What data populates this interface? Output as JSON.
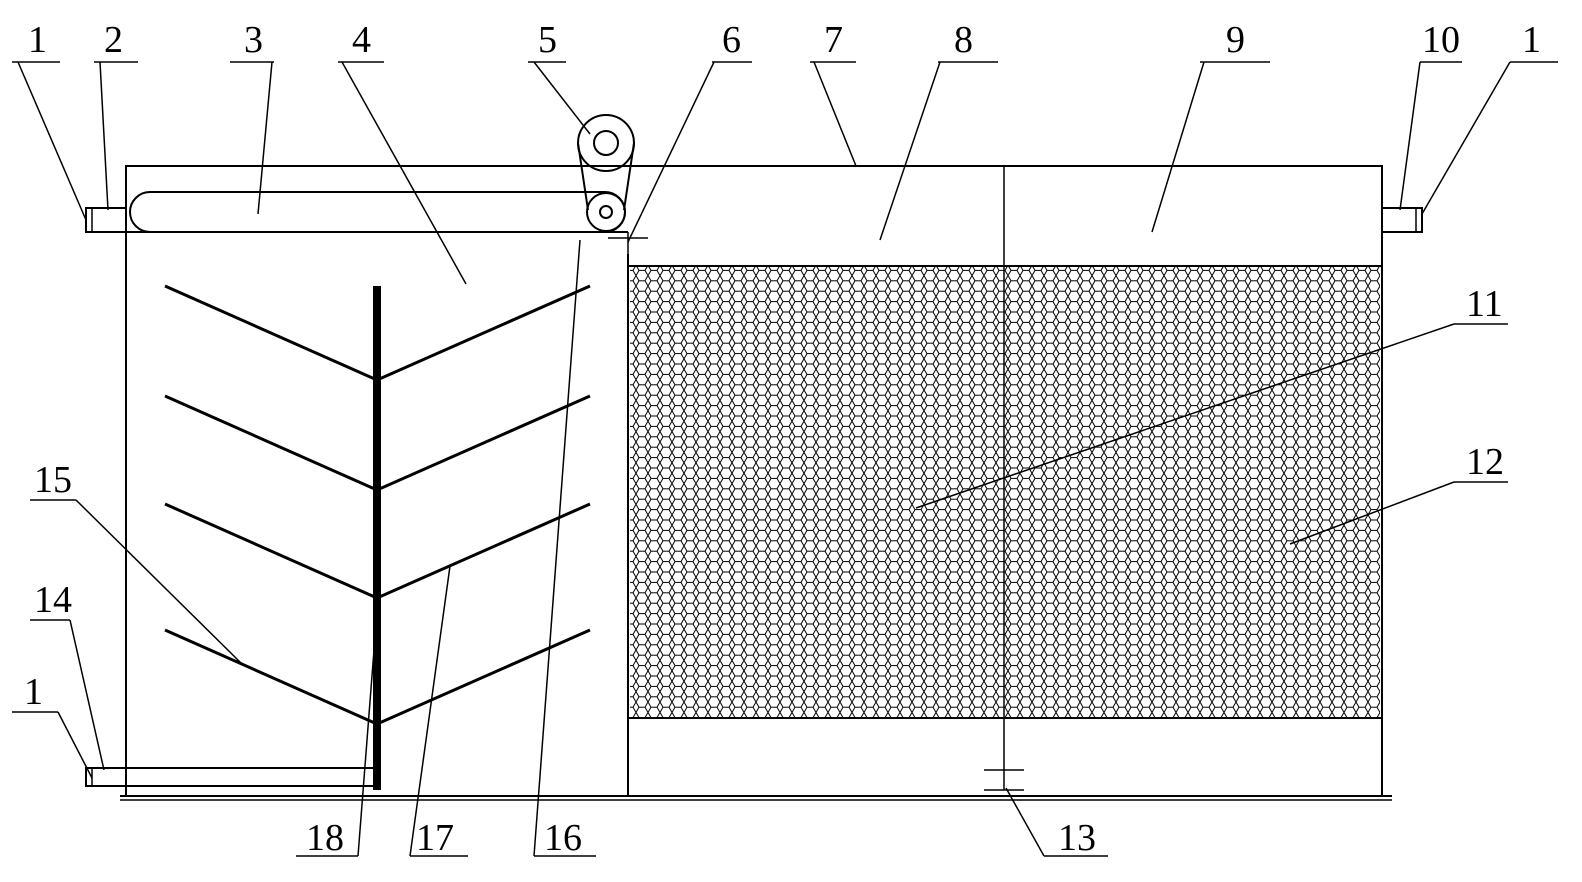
{
  "labels": {
    "l1_top_left": "1",
    "l2": "2",
    "l3": "3",
    "l4": "4",
    "l5": "5",
    "l6": "6",
    "l7": "7",
    "l8": "8",
    "l9": "9",
    "l10": "10",
    "l1_top_right": "1",
    "l11": "11",
    "l12": "12",
    "l13": "13",
    "l14": "14",
    "l1_bottom_left": "1",
    "l15": "15",
    "l16": "16",
    "l17": "17",
    "l18": "18"
  }
}
